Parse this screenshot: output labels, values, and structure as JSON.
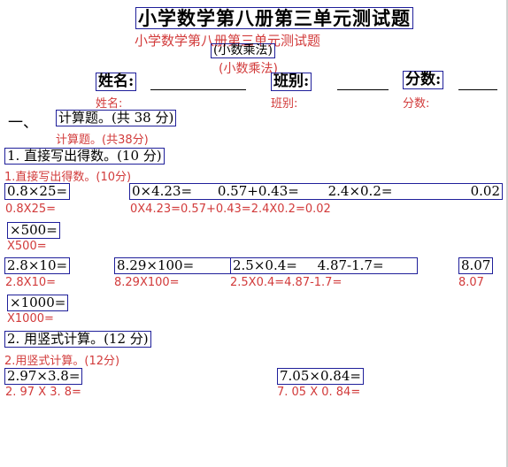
{
  "doc": {
    "title": "小学数学第八册第三单元测试题",
    "title_overlay": "小学数学第八册第三单元测试题",
    "subtitle": "(小数乘法)",
    "subtitle_overlay": "(小数乘法)",
    "fields": {
      "name_label": "姓名:",
      "name_overlay": "姓名:",
      "class_label": "班别:",
      "class_overlay": "班别:",
      "score_label": "分数:",
      "score_overlay": "分数:"
    },
    "section1": {
      "number": "一、",
      "heading": "计算题。(共 38 分)",
      "heading_overlay": "计算题。(共38分)"
    },
    "part1": {
      "heading": "1. 直接写出得数。(10 分)",
      "heading_overlay": "1.直接写出得数。(10分)",
      "row1": [
        "0.8×25=",
        "0×4.23=",
        "0.57+0.43=",
        "2.4×0.2=",
        "0.02"
      ],
      "row1_overlay": [
        "0.8X25=",
        "0X4.23=0.57+0.43=2.4X0.2=0.02"
      ],
      "row2": [
        "×500="
      ],
      "row2_overlay": [
        "X500="
      ],
      "row3": [
        "2.8×10=",
        "8.29×100=",
        "2.5×0.4=",
        "4.87-1.7=",
        "8.07"
      ],
      "row3_overlay": [
        "2.8X10=",
        "8.29X100=",
        "2.5X0.4=4.87-1.7=",
        "8.07"
      ],
      "row4": [
        "×1000="
      ],
      "row4_overlay": [
        "X1000="
      ]
    },
    "part2": {
      "heading": "2. 用竖式计算。(12 分)",
      "heading_overlay": "2.用竖式计算。(12分)",
      "problems": [
        "2.97×3.8=",
        "7.05×0.84="
      ],
      "problems_overlay": [
        "2. 97 X 3. 8=",
        "7. 05 X 0. 84="
      ]
    }
  }
}
